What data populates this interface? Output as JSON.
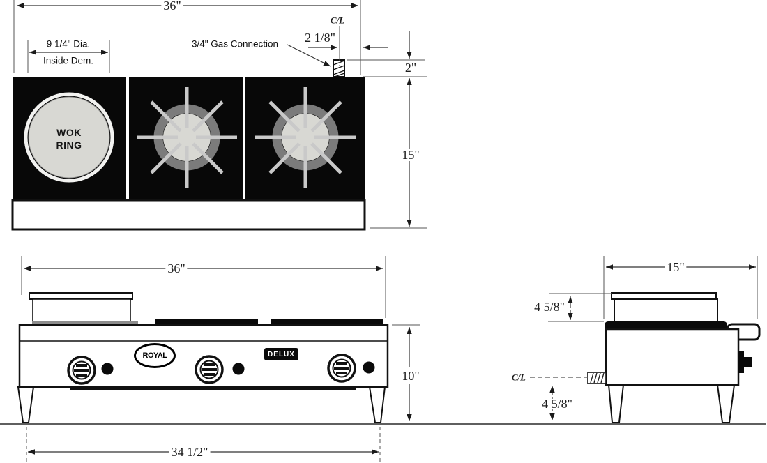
{
  "drawing": {
    "title": "Royal Delux 3-burner gas hot plate specification drawing",
    "top_view": {
      "width_dim": "36\"",
      "wok_dia_line1": "9 1/4\" Dia.",
      "wok_dia_line2": "Inside Dem.",
      "gas_connection_label": "3/4\" Gas Connection",
      "centerline_label": "C/L",
      "gas_offset_dim": "2 1/8\"",
      "gas_setback_dim": "2\"",
      "depth_dim": "15\"",
      "wok_label_line1": "WOK",
      "wok_label_line2": "RING"
    },
    "front_view": {
      "width_dim": "36\"",
      "brand": "ROYAL",
      "model": "DELUX",
      "height_dim": "10\"",
      "leg_span_dim": "34 1/2\""
    },
    "side_view": {
      "depth_dim": "15\"",
      "wok_height_dim": "4 5/8\"",
      "centerline_label": "C/L",
      "gas_height_dim": "4 5/8\""
    },
    "colors": {
      "panel_black": "#080808",
      "burner_ring": "#7b7b7b",
      "burner_inner": "#d8d8d3",
      "grate_spoke": "#c9c9c9",
      "wok_ring_white": "#f2f2f0",
      "ground": "#5f5f5f",
      "dim_line": "#333333"
    }
  }
}
